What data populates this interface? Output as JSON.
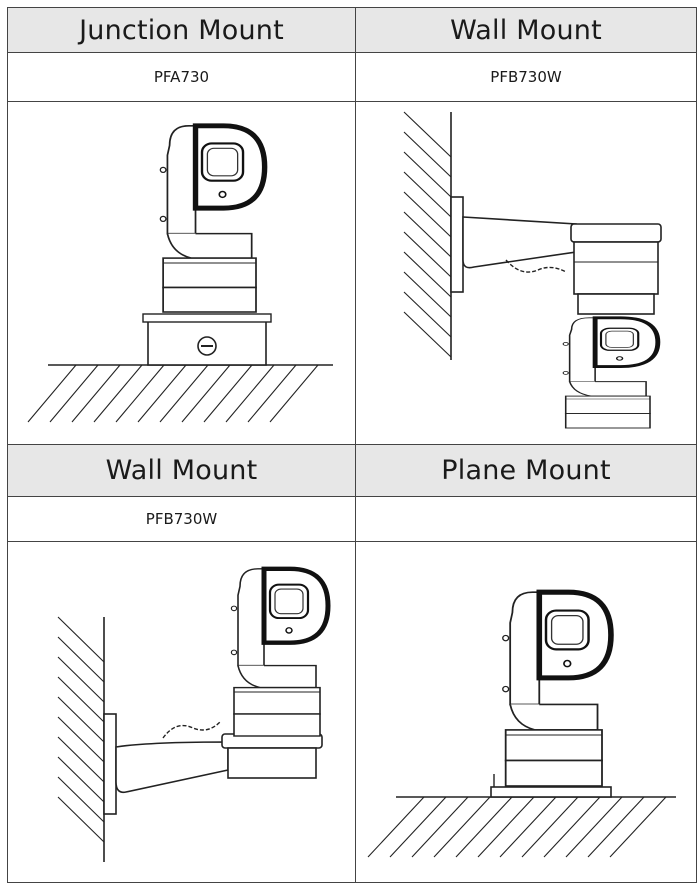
{
  "cells": [
    {
      "heading": "Junction Mount",
      "model": "PFA730",
      "figure_icon": "junction-mount-camera-illustration"
    },
    {
      "heading": "Wall Mount",
      "model": "PFB730W",
      "figure_icon": "wall-mount-hanging-camera-illustration"
    },
    {
      "heading": "Wall Mount",
      "model": "PFB730W",
      "figure_icon": "wall-mount-upright-camera-illustration"
    },
    {
      "heading": "Plane Mount",
      "model": "",
      "figure_icon": "plane-mount-camera-illustration"
    }
  ]
}
